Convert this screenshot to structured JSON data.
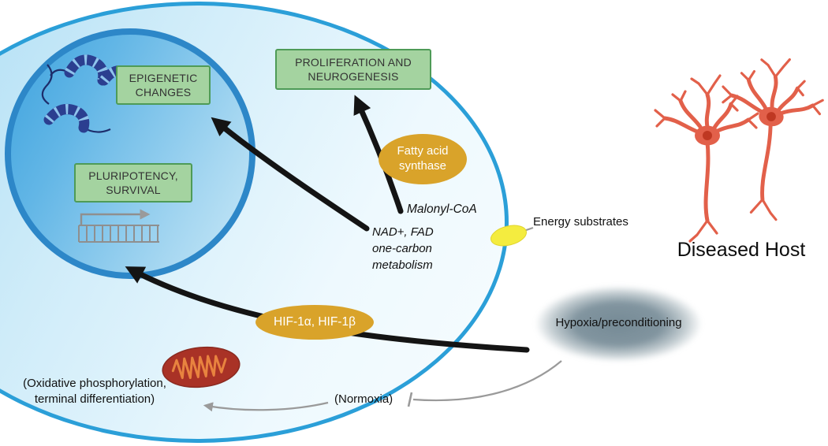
{
  "nucleus": {
    "epigenetic_changes_label": "EPIGENETIC CHANGES",
    "pluripotency_label": "PLURIPOTENCY, SURVIVAL"
  },
  "cell": {
    "proliferation_label": "PROLIFERATION AND NEUROGENESIS",
    "fatty_acid_synthase_label": "Fatty acid synthase",
    "malonyl_coa_label": "Malonyl-CoA",
    "metabolism_label": "NAD+, FAD\none-carbon\nmetabolism",
    "hif_label": "HIF-1α, HIF-1β",
    "normoxia_label": "(Normoxia)",
    "oxidative_label": "(Oxidative phosphorylation,\nterminal differentiation)"
  },
  "extracellular": {
    "energy_substrates_label": "Energy substrates",
    "hypoxia_label": "Hypoxia/preconditioning",
    "diseased_host_label": "Diseased Host"
  },
  "icons": {
    "chromatin": "chromatin-icon",
    "gene_promoter": "gene-promoter-icon",
    "mitochondrion": "mitochondrion-icon",
    "transporter": "membrane-transporter-icon",
    "neurons": "diseased-neurons-icon"
  },
  "colors": {
    "cell_border": "#2b9fd8",
    "nucleus_border": "#2d87c8",
    "green_box_fill": "#a4d3a0",
    "green_box_border": "#4e9b57",
    "gold": "#d9a32a",
    "mitochondrion_red": "#a93226",
    "cristae_orange": "#e8833f",
    "neuron_red": "#e2604a",
    "hypoxia_gray": "#7d939e",
    "transporter_yellow": "#f4ec3f",
    "arrow_black": "#141414",
    "arrow_gray": "#9a9a9a"
  }
}
